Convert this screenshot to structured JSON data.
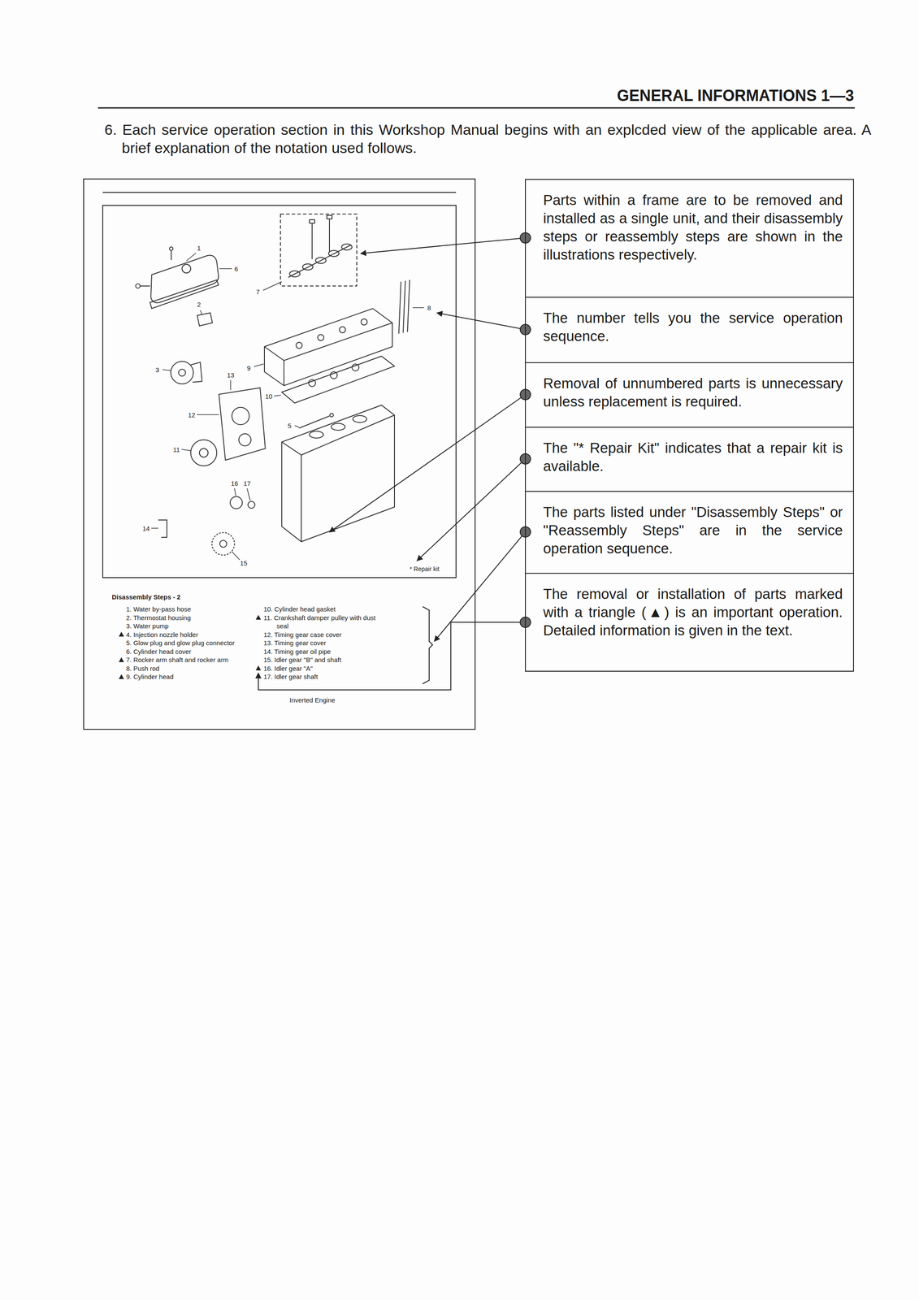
{
  "diagram": {
    "title": "GENERAL INFORMATIONS 1—3",
    "nodes": [
      {
        "text": [
          "Parts within a frame are to be removed and installed as a single unit, and their disassembly steps or reassembly steps are shown in the illustrations respectively."
        ]
      },
      {
        "text": [
          "The number tells you the service operation sequence."
        ]
      },
      {
        "text": [
          "Removal of unnumbered parts is unnecessary unless replacement is required."
        ]
      },
      {
        "text": [
          "The \"* Repair Kit\" indicates that a repair kit is available."
        ]
      },
      {
        "text": [
          "The parts listed under \"Disassembly Steps\" or \"Reassembly Steps\" are in the service operation sequence."
        ]
      },
      {
        "text": [
          "The removal or installation of parts marked with a triangle (▲) is an important operation. Detailed information is given in the text."
        ]
      }
    ],
    "labels": [
      "6. Each service operation section in this Workshop Manual begins with an explcded view of the applicable area. A brief explanation of the notation used follows.",
      "1",
      "6",
      "2",
      "7",
      "8",
      "3",
      "13",
      "9",
      "10",
      "12",
      "5",
      "11",
      "16",
      "17",
      "14",
      "15",
      "* Repair kit",
      "Disassembly Steps - 2",
      "1. Water by-pass hose",
      "2. Thermostat housing",
      "3. Water pump",
      "4. Injection nozzle holder",
      "5. Glow plug and glow plug connector",
      "6. Cylinder head cover",
      "7. Rocker arm shaft and rocker arm",
      "8. Push rod",
      "9. Cylinder head",
      "10. Cylinder head gasket",
      "11. Crankshaft damper pulley with dust seal",
      "12. Timing gear case cover",
      "13. Timing gear cover",
      "14. Timing gear oil pipe",
      "15. Idler gear \"B\" and shaft",
      "16. Idler gear \"A\"",
      "17. Idler gear shaft",
      "Inverted Engine"
    ]
  }
}
